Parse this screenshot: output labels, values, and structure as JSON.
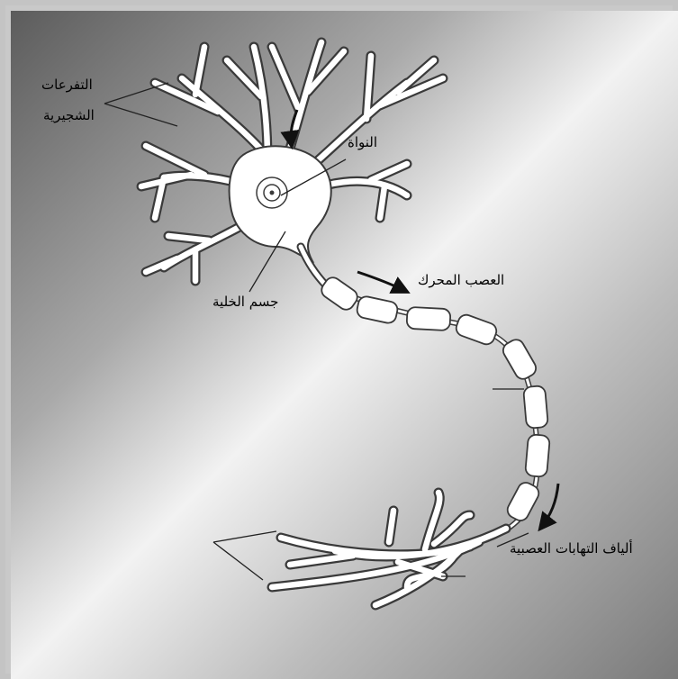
{
  "labels": {
    "dendrites_line1": "التفرعات",
    "dendrites_line2": "الشجيرية",
    "nucleus": "النواة",
    "cell_body": "جسم الخلية",
    "motor_nerve": "العصب المحرك",
    "terminal_fibers": "ألياف التهابات العصبية"
  },
  "colors": {
    "outline": "#3a3a3a",
    "cell_fill": "#ffffff",
    "pointer_line": "#222222",
    "arrow": "#111111"
  },
  "icons": [
    "flow-arrow-icon"
  ]
}
